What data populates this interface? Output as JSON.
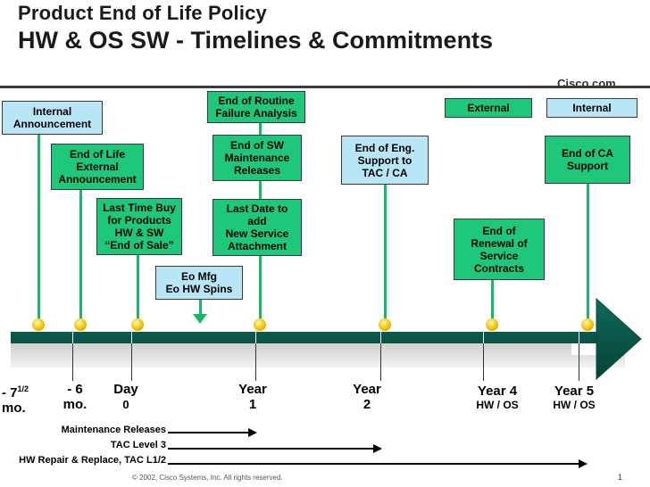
{
  "title": {
    "line1": "Product End of Life Policy",
    "line2": "HW & OS SW - Timelines & Commitments"
  },
  "brand": "Cisco.com",
  "legend": {
    "external": "External",
    "internal": "Internal"
  },
  "colors": {
    "external_box": "#1fc77a",
    "internal_box": "#b9e6f7",
    "bar": "#0e5f4f"
  },
  "milestones": {
    "internal_announcement": "Internal\nAnnouncement",
    "eol_external": "End of Life\nExternal\nAnnouncement",
    "last_time_buy": "Last Time Buy\nfor Products\nHW & SW\n“End of Sale”",
    "eo_mfg": "Eo Mfg\nEo HW Spins",
    "routine_failure": "End of Routine\nFailure Analysis",
    "sw_maintenance": "End of SW\nMaintenance\nReleases",
    "new_service": "Last Date to\nadd\nNew Service\nAttachment",
    "eng_support": "End of Eng.\nSupport to\nTAC / CA",
    "renewal": "End of\nRenewal of\nService\nContracts",
    "ca_support": "End of CA\nSupport"
  },
  "timeline": {
    "m7_main": "- 7",
    "m7_sup": "1/2",
    "m7_unit": "mo.",
    "m6": "- 6\nmo.",
    "day": "Day",
    "day_num": "0",
    "year1": "Year\n1",
    "year2": "Year\n2",
    "year4": "Year 4",
    "year4_sub": "HW / OS",
    "year5": "Year 5",
    "year5_sub": "HW / OS"
  },
  "rows": {
    "maintenance": "Maintenance  Releases",
    "tac3": "TAC Level 3",
    "hw_repair": "HW Repair & Replace, TAC L1/2"
  },
  "footer": "© 2002, Cisco Systems, Inc. All rights reserved.",
  "page_number": "1"
}
